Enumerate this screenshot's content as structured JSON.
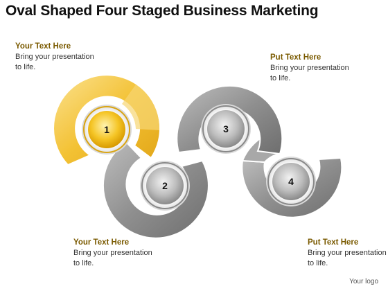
{
  "title": "Oval Shaped Four Staged Business Marketing",
  "stages": [
    {
      "number": "1",
      "color": "#f2b81e",
      "head": "Your Text Here",
      "body": "Bring your presentation to life."
    },
    {
      "number": "2",
      "color": "#8c8c8c",
      "head": "Your Text Here",
      "body": "Bring your presentation to life."
    },
    {
      "number": "3",
      "color": "#8c8c8c",
      "head": "Put Text Here",
      "body": "Bring your presentation to life."
    },
    {
      "number": "4",
      "color": "#8c8c8c",
      "head": "Put Text Here",
      "body": "Bring your presentation to life."
    }
  ],
  "logo": "Your logo"
}
